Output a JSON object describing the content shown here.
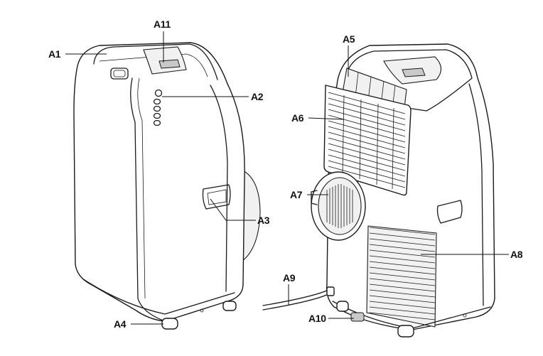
{
  "labels": {
    "a1": "A1",
    "a2": "A2",
    "a3": "A3",
    "a4": "A4",
    "a5": "A5",
    "a6": "A6",
    "a7": "A7",
    "a8": "A8",
    "a9": "A9",
    "a10": "A10",
    "a11": "A11"
  }
}
